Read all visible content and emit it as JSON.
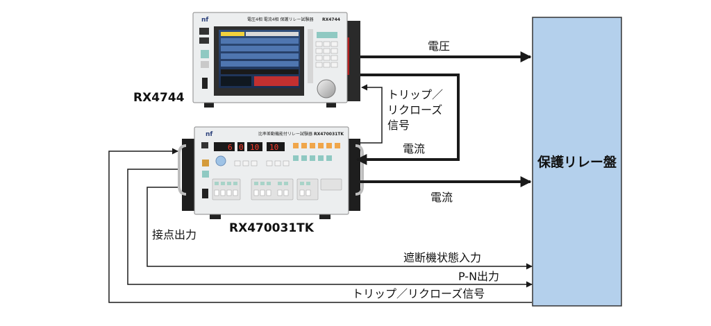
{
  "relay_panel": {
    "label": "保護リレー盤",
    "color": "#b4d0ec"
  },
  "devices": {
    "upper": {
      "model": "RX4744",
      "brand": "nf",
      "header_text": "電圧4相 電流4相 保護リレー試験器",
      "header_model": "RX4744"
    },
    "lower": {
      "model": "RX470031TK",
      "brand": "nf",
      "header_text": "比率差動機能付リレー試験器",
      "header_model": "RX470031TK",
      "display_values": [
        "6",
        "0",
        "10",
        "10"
      ]
    }
  },
  "signals": {
    "voltage": "電圧",
    "trip_reclose_upper": "トリップ／\nリクローズ\n信号",
    "current_feedback": "電流",
    "current_output": "電流",
    "contact_output": "接点出力",
    "breaker_status_input": "遮断機状態入力",
    "pn_output": "P-N出力",
    "trip_reclose_lower": "トリップ／リクローズ信号"
  }
}
